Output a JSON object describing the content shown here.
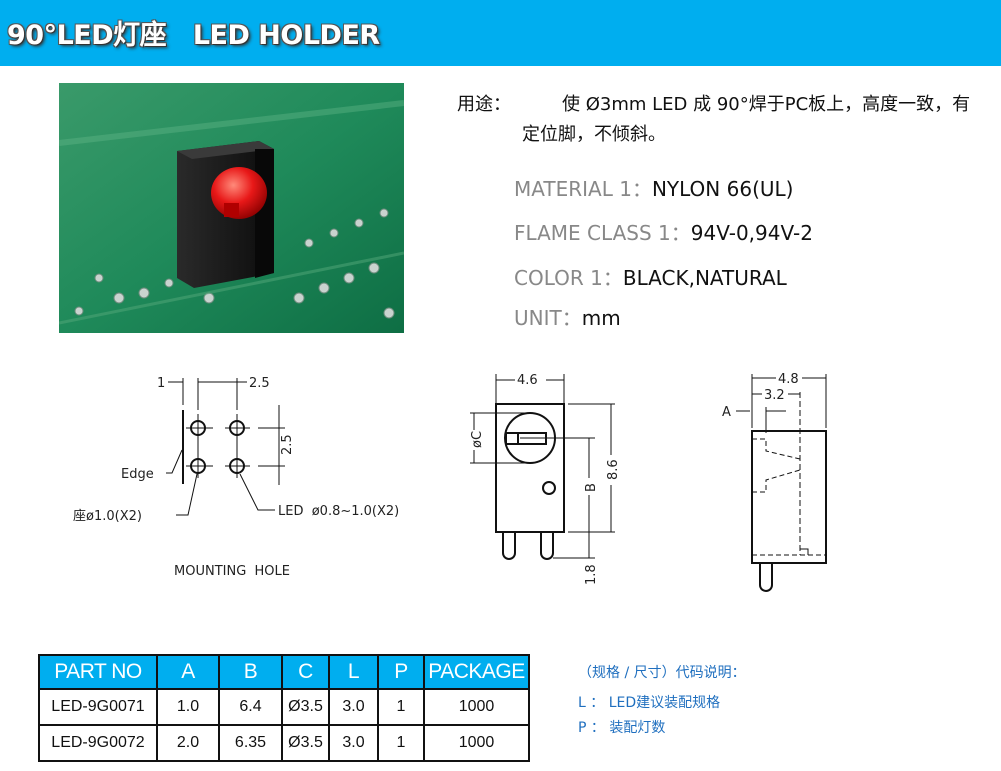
{
  "header": {
    "title": "90°LED灯座   LED HOLDER"
  },
  "usage": {
    "label": "用途：",
    "line1": "使 Ø3mm LED 成 90°焊于PC板上，高度一致，有",
    "line2": "定位脚，不倾斜。"
  },
  "specs": [
    {
      "key": "MATERIAL 1：",
      "value": "NYLON 66(UL)"
    },
    {
      "key": "FLAME CLASS 1：",
      "value": "94V-0,94V-2"
    },
    {
      "key": "COLOR 1：",
      "value": "BLACK,NATURAL"
    },
    {
      "key": "UNIT：",
      "value": "mm"
    }
  ],
  "mounting": {
    "dim_edge": "1",
    "dim_pitch_x": "2.5",
    "dim_pitch_y": "2.5",
    "edge": "Edge",
    "seat_hole": "座ø1.0(X2)",
    "led_hole": "LED  ø0.8~1.0(X2)",
    "caption": "MOUNTING  HOLE"
  },
  "front_view": {
    "width": "4.6",
    "dia": "øC",
    "b": "B",
    "height": "8.6",
    "pin": "1.8"
  },
  "side_view": {
    "width": "4.8",
    "inner": "3.2",
    "a": "A"
  },
  "table": {
    "headers": [
      "PART NO",
      "A",
      "B",
      "C",
      "L",
      "P",
      "PACKAGE"
    ],
    "rows": [
      [
        "LED-9G0071",
        "1.0",
        "6.4",
        "Ø3.5",
        "3.0",
        "1",
        "1000"
      ],
      [
        "LED-9G0072",
        "2.0",
        "6.35",
        "Ø3.5",
        "3.0",
        "1",
        "1000"
      ]
    ]
  },
  "notes": {
    "title": "（规格 / 尺寸）代码说明：",
    "l": "L ： LED建议装配规格",
    "p": "P ： 装配灯数"
  },
  "colors": {
    "header": "#00aeef",
    "note": "#1f6fbf"
  }
}
